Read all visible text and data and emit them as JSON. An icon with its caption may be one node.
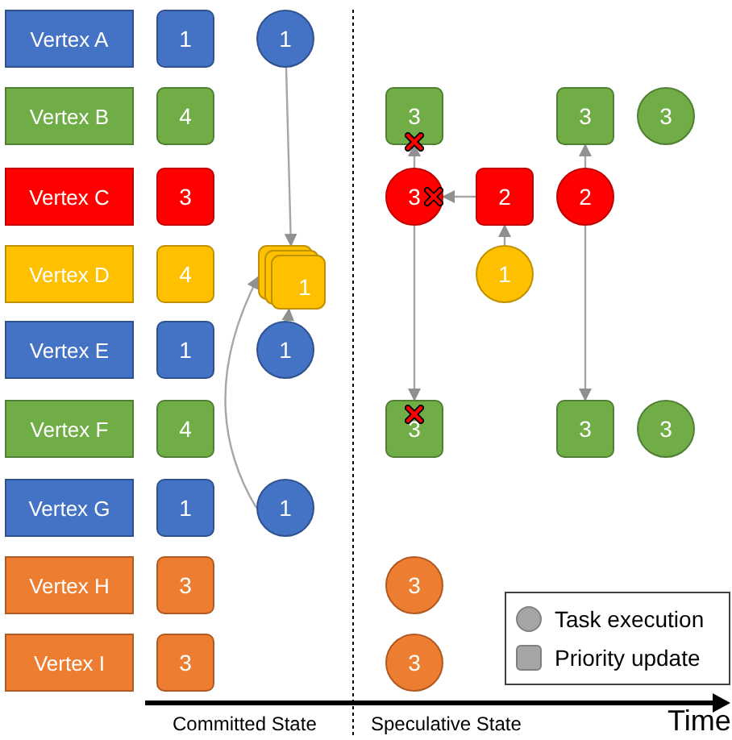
{
  "diagram": {
    "nodes": [
      {
        "text": [
          "Vertex A"
        ]
      },
      {
        "text": [
          "1"
        ]
      },
      {
        "text": [
          "1"
        ]
      },
      {
        "text": [
          "Vertex B"
        ]
      },
      {
        "text": [
          "4"
        ]
      },
      {
        "text": [
          "3"
        ]
      },
      {
        "text": [
          "3"
        ]
      },
      {
        "text": [
          "3"
        ]
      },
      {
        "text": [
          "Vertex C"
        ]
      },
      {
        "text": [
          "3"
        ]
      },
      {
        "text": [
          "3"
        ]
      },
      {
        "text": [
          "2"
        ]
      },
      {
        "text": [
          "2"
        ]
      },
      {
        "text": [
          "Vertex D"
        ]
      },
      {
        "text": [
          "4"
        ]
      },
      {
        "text": [
          "1"
        ]
      },
      {
        "text": [
          "1"
        ]
      },
      {
        "text": [
          "Vertex E"
        ]
      },
      {
        "text": [
          "1"
        ]
      },
      {
        "text": [
          "1"
        ]
      },
      {
        "text": [
          "Vertex F"
        ]
      },
      {
        "text": [
          "4"
        ]
      },
      {
        "text": [
          "3"
        ]
      },
      {
        "text": [
          "3"
        ]
      },
      {
        "text": [
          "3"
        ]
      },
      {
        "text": [
          "Vertex G"
        ]
      },
      {
        "text": [
          "1"
        ]
      },
      {
        "text": [
          "1"
        ]
      },
      {
        "text": [
          "Vertex H"
        ]
      },
      {
        "text": [
          "3"
        ]
      },
      {
        "text": [
          "3"
        ]
      },
      {
        "text": [
          "Vertex I"
        ]
      },
      {
        "text": [
          "3"
        ]
      },
      {
        "text": [
          "3"
        ]
      }
    ],
    "edges": [
      {
        "from": 2,
        "to": 15,
        "arrow": "to"
      },
      {
        "from": 19,
        "to": 15,
        "arrow": "to"
      },
      {
        "from": 27,
        "to": 15,
        "arrow": "to"
      },
      {
        "from": 10,
        "to": 5,
        "arrow": "to"
      },
      {
        "from": 11,
        "to": 10,
        "arrow": "to"
      },
      {
        "from": 10,
        "to": 22,
        "arrow": "to"
      },
      {
        "from": 16,
        "to": 11,
        "arrow": "to"
      },
      {
        "from": 12,
        "to": 6,
        "arrow": "to"
      },
      {
        "from": 12,
        "to": 23,
        "arrow": "to"
      }
    ],
    "labels": [
      "Committed State",
      "Speculative State",
      "Time"
    ],
    "legend": [
      {
        "text": "Task execution"
      },
      {
        "text": "Priority update"
      }
    ]
  }
}
